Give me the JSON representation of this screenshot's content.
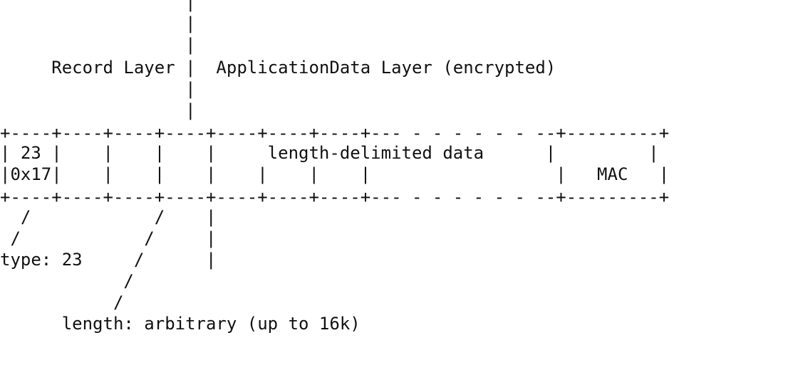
{
  "diagram": {
    "lines": [
      "                  |",
      "                  |",
      "                  |",
      "     Record Layer |  ApplicationData Layer (encrypted)",
      "                  |",
      "                  |",
      "+----+----+----+----+----+----+----+--- - - - - - - --+---------+",
      "| 23 |    |    |    |     length-delimited data      |         |",
      "|0x17|    |    |    |    |    |    |                  |   MAC   |",
      "+----+----+----+----+----+----+----+--- - - - - - - --+---------+",
      "  /            /    |",
      " /            /     |",
      "type: 23     /      |",
      "            /",
      "           /",
      "      length: arbitrary (up to 16k)"
    ]
  }
}
